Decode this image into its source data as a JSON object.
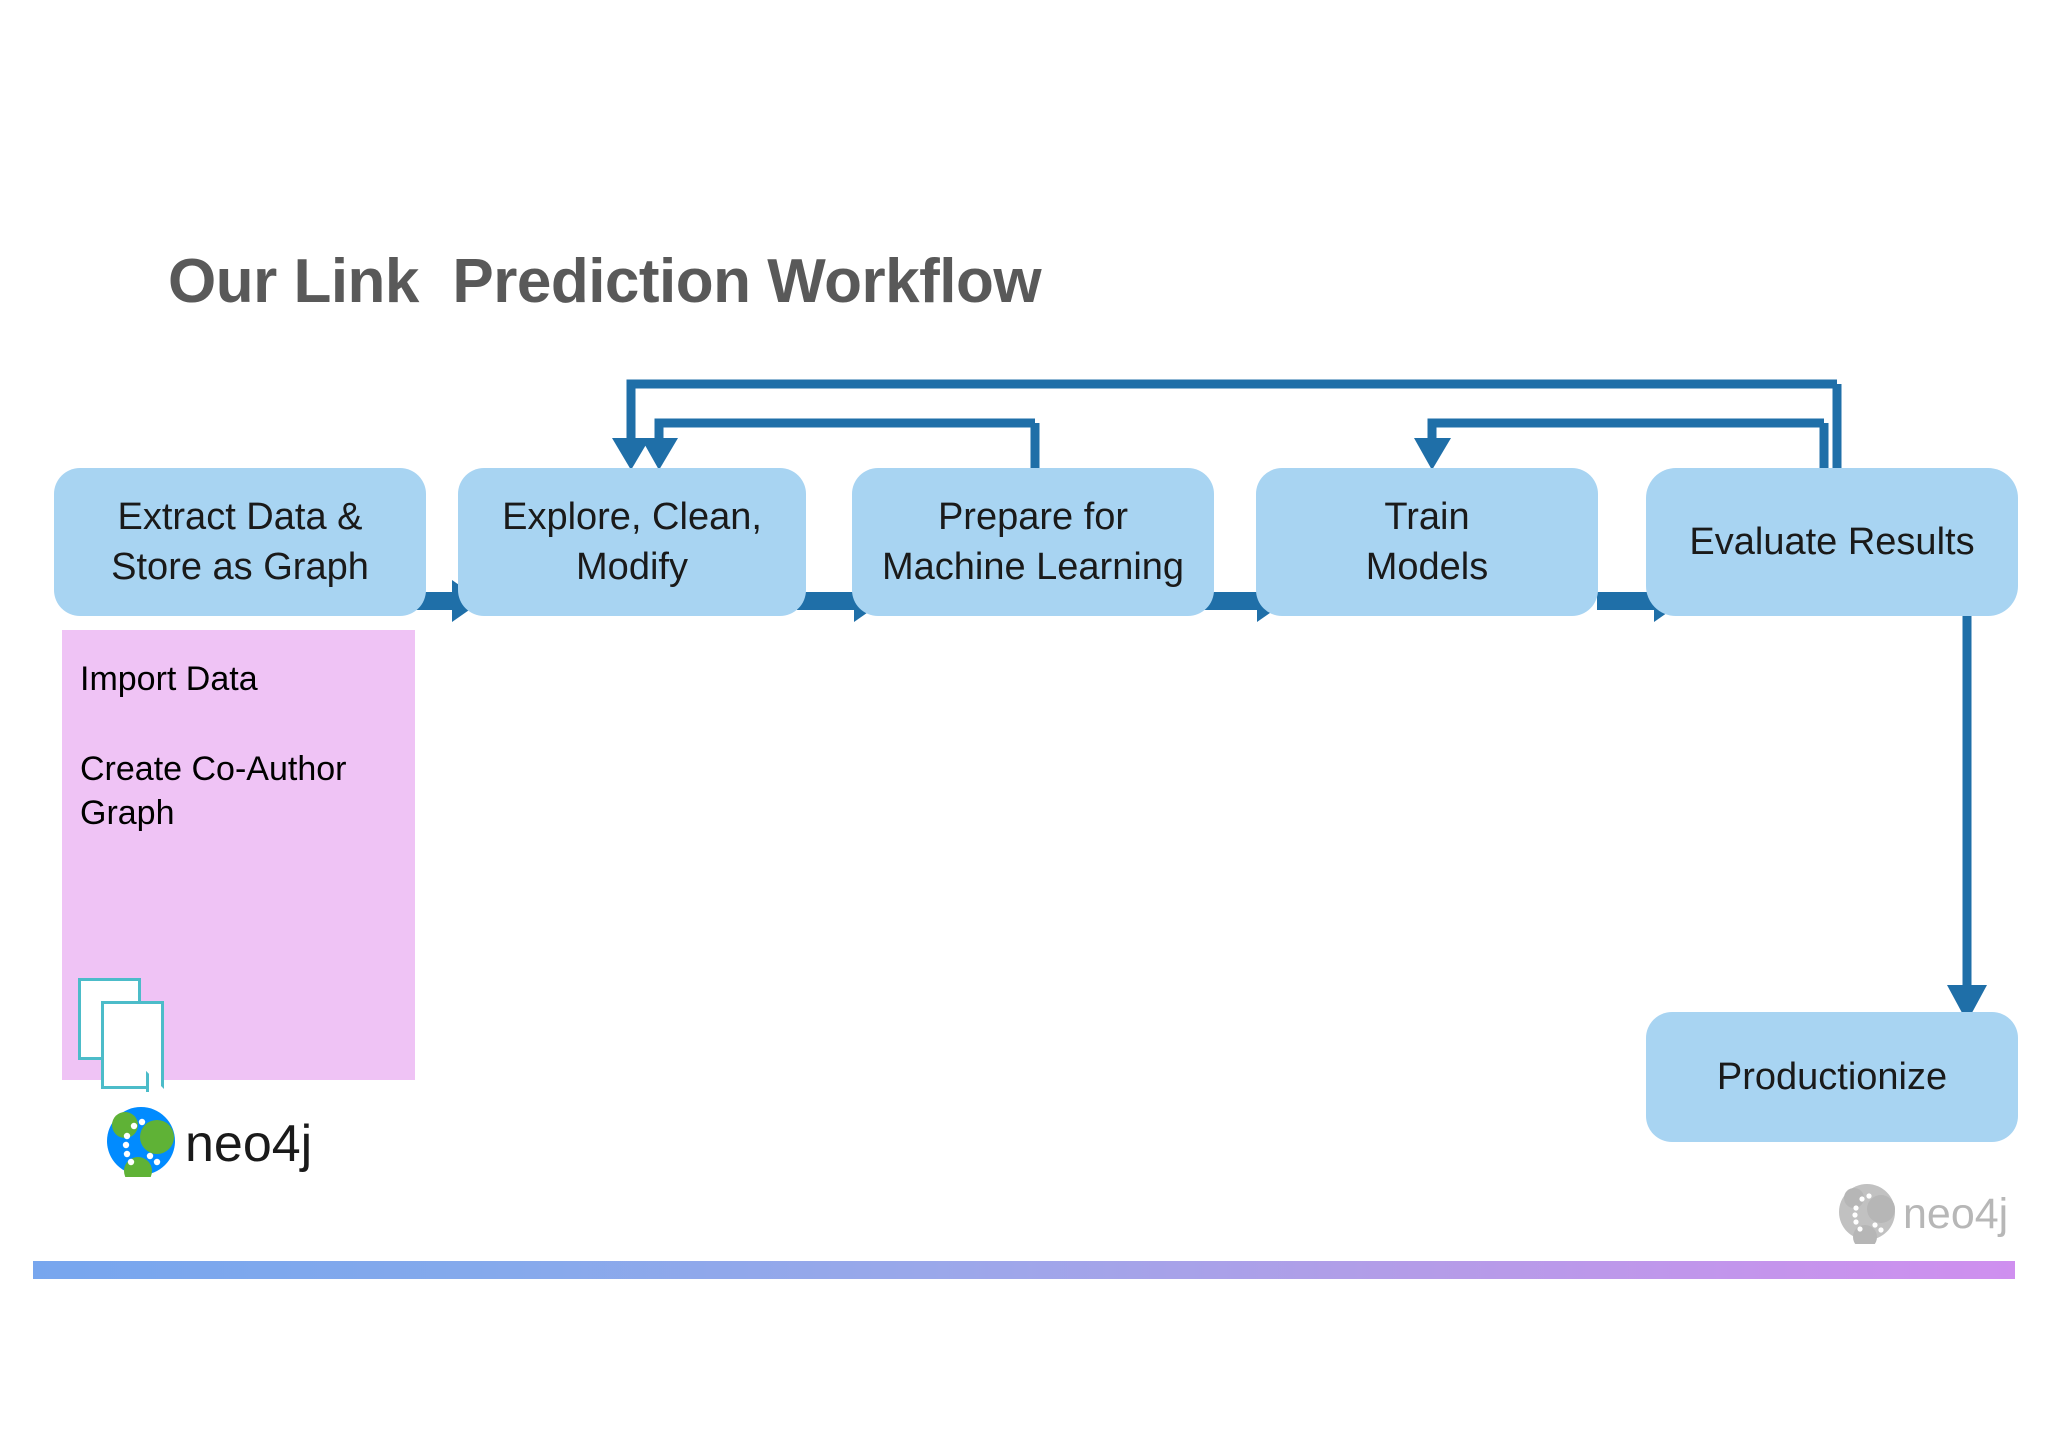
{
  "slide": {
    "title": "Our Link  Prediction Workflow",
    "background_color": "#ffffff"
  },
  "colors": {
    "title_gray": "#595959",
    "box_fill": "#a8d4f2",
    "connector_blue": "#1f6fa8",
    "callout_pink": "#efc3f5",
    "doc_outline_teal": "#4cbcc9",
    "neo4j_blue": "#018bff",
    "neo4j_green": "#5fb236",
    "gradient_start": "#77a6ee",
    "gradient_end": "#cf8fef"
  },
  "flow": {
    "steps": [
      {
        "id": "extract",
        "label": "Extract Data &\nStore as Graph"
      },
      {
        "id": "explore",
        "label": "Explore, Clean,\nModify"
      },
      {
        "id": "prepare",
        "label": "Prepare for\nMachine Learning"
      },
      {
        "id": "train",
        "label": "Train\nModels"
      },
      {
        "id": "evaluate",
        "label": "Evaluate Results"
      }
    ],
    "terminal": {
      "id": "productionize",
      "label": "Productionize"
    }
  },
  "callout": {
    "lines": [
      "Import Data",
      "Create Co-Author\nGraph"
    ]
  },
  "logos": {
    "primary": "neo4j-logo",
    "watermark": "neo4j-watermark-cropped"
  },
  "icons": {
    "documents": "stacked-documents-icon",
    "arrow_right": "arrow-right-icon",
    "arrow_down": "arrow-down-icon"
  },
  "connectors": [
    {
      "from": "extract",
      "to": "explore",
      "kind": "arrow-right"
    },
    {
      "from": "explore",
      "to": "prepare",
      "kind": "arrow-right"
    },
    {
      "from": "prepare",
      "to": "train",
      "kind": "arrow-right"
    },
    {
      "from": "train",
      "to": "evaluate",
      "kind": "arrow-right"
    },
    {
      "from": "evaluate",
      "to": "explore",
      "kind": "loop-back-outer"
    },
    {
      "from": "prepare",
      "to": "explore",
      "kind": "loop-back-inner"
    },
    {
      "from": "evaluate",
      "to": "train",
      "kind": "loop-back-short"
    },
    {
      "from": "evaluate",
      "to": "productionize",
      "kind": "arrow-down"
    }
  ]
}
